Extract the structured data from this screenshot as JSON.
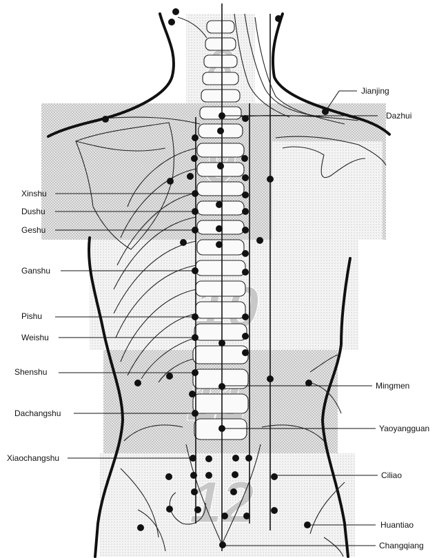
{
  "section_numbers": [
    "8",
    "9",
    "10",
    "11",
    "12"
  ],
  "left_labels": [
    "Xinshu",
    "Dushu",
    "Geshu",
    "Ganshu",
    "Pishu",
    "Weishu",
    "Shenshu",
    "Dachangshu",
    "Xiaochangshu"
  ],
  "right_labels": [
    "Jianjing",
    "Dazhui",
    "Mingmen",
    "Yaoyangguan",
    "Ciliao",
    "Huantiao",
    "Changqiang"
  ],
  "colors": {
    "ink": "#111111",
    "shade": "#d3d3d3",
    "shade_light": "#ececec",
    "numeral": "#c8c8c8"
  }
}
